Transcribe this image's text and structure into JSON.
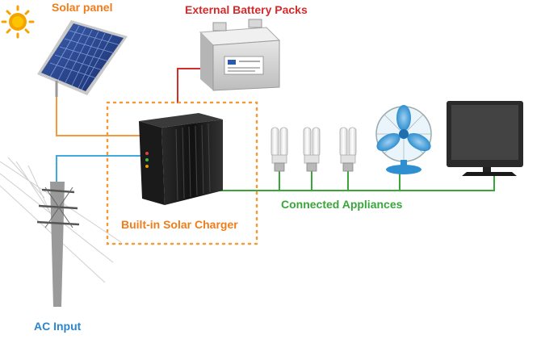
{
  "labels": {
    "solar_panel": "Solar panel",
    "battery": "External Battery Packs",
    "charger": "Built-in Solar Charger",
    "appliances": "Connected Appliances",
    "ac_input": "AC Input"
  },
  "colors": {
    "solar_wire": "#f39a3a",
    "battery_wire": "#d52b2b",
    "ac_wire": "#3fa9e0",
    "appliance_wire": "#3aa63a",
    "charger_box": "#f39a3a",
    "sun": "#f5a300"
  },
  "icons": [
    "sun-icon",
    "solar-panel-icon",
    "battery-icon",
    "inverter-icon",
    "bulb-icon",
    "fan-icon",
    "tv-icon",
    "power-pylon-icon"
  ]
}
